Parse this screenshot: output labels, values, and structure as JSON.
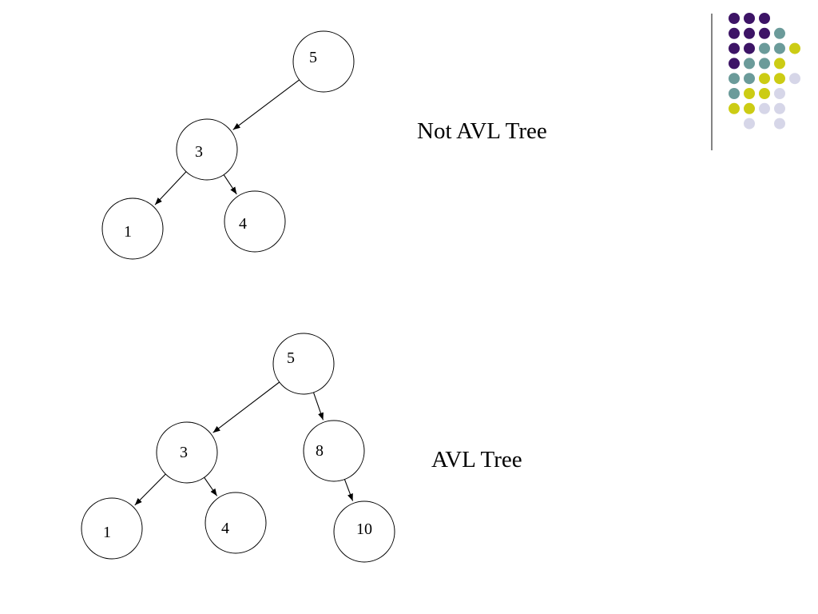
{
  "slide": {
    "background": "#ffffff",
    "decoration": {
      "name": "dot-grid",
      "colors": {
        "purple": "#3d1466",
        "teal": "#6b9b9a",
        "yellow": "#cccc14",
        "lavender": "#d6d6e8"
      },
      "rule_color": "#333333"
    },
    "trees": [
      {
        "caption": "Not AVL Tree",
        "nodes": [
          {
            "id": "a5",
            "label": "5"
          },
          {
            "id": "a3",
            "label": "3"
          },
          {
            "id": "a1",
            "label": "1"
          },
          {
            "id": "a4",
            "label": "4"
          }
        ],
        "edges": [
          {
            "from": "a5",
            "to": "a3"
          },
          {
            "from": "a3",
            "to": "a1"
          },
          {
            "from": "a3",
            "to": "a4"
          }
        ]
      },
      {
        "caption": "AVL Tree",
        "nodes": [
          {
            "id": "b5",
            "label": "5"
          },
          {
            "id": "b3",
            "label": "3"
          },
          {
            "id": "b8",
            "label": "8"
          },
          {
            "id": "b1",
            "label": "1"
          },
          {
            "id": "b4",
            "label": "4"
          },
          {
            "id": "b10",
            "label": "10"
          }
        ],
        "edges": [
          {
            "from": "b5",
            "to": "b3"
          },
          {
            "from": "b5",
            "to": "b8"
          },
          {
            "from": "b3",
            "to": "b1"
          },
          {
            "from": "b3",
            "to": "b4"
          },
          {
            "from": "b8",
            "to": "b10"
          }
        ]
      }
    ]
  }
}
